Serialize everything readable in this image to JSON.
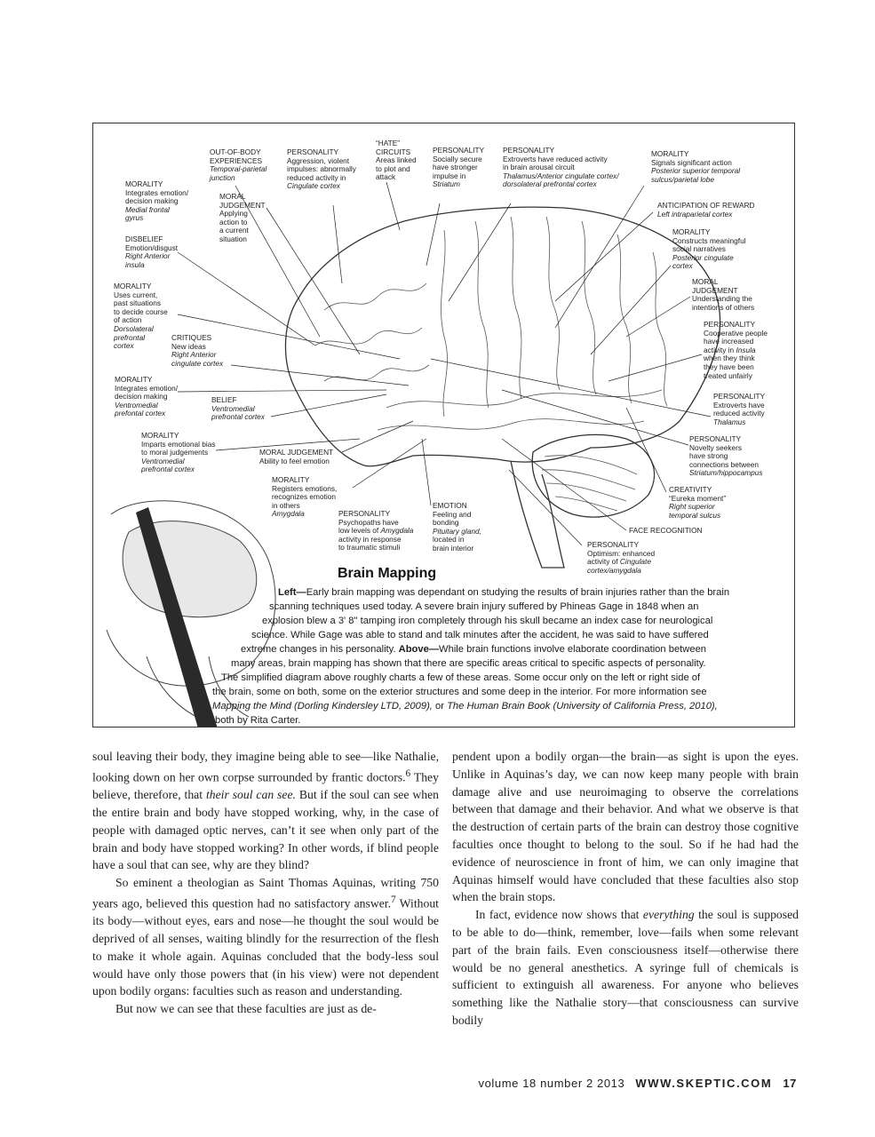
{
  "figure": {
    "labels": [
      {
        "id": "l1",
        "lines": [
          "OUT-OF-BODY",
          "EXPERIENCES"
        ],
        "italic": [
          "Temporal-parietal",
          "junction"
        ]
      },
      {
        "id": "l2",
        "lines": [
          "PERSONALITY",
          "Aggression, violent",
          "impulses: abnormally",
          "reduced activity in"
        ],
        "italic": [
          "Cingulate cortex"
        ]
      },
      {
        "id": "l3",
        "lines": [
          "“HATE”",
          "CIRCUITS",
          "Areas linked",
          "to plot and",
          "attack"
        ],
        "italic": []
      },
      {
        "id": "l4",
        "lines": [
          "PERSONALITY",
          "Socially secure",
          "have stronger",
          "impulse in"
        ],
        "italic": [
          "Striatum"
        ]
      },
      {
        "id": "l5",
        "lines": [
          "PERSONALITY",
          "Extroverts have reduced activity",
          "in brain arousal circuit"
        ],
        "italic": [
          "Thalamus/Anterior cingulate cortex/",
          "dorsolateral prefrontal cortex"
        ]
      },
      {
        "id": "l6",
        "lines": [
          "MORALITY",
          "Signals significant action"
        ],
        "italic": [
          "Posterior superior temporal",
          "sulcus/parietal lobe"
        ]
      },
      {
        "id": "l7",
        "lines": [
          "MORALITY",
          "Integrates emotion/",
          "decision making"
        ],
        "italic": [
          "Medial frontal",
          "gyrus"
        ]
      },
      {
        "id": "l8",
        "lines": [
          "MORAL",
          "JUDGEMENT",
          "Applying",
          "action to",
          "a current",
          "situation"
        ],
        "italic": []
      },
      {
        "id": "l9",
        "lines": [
          "ANTICIPATION OF REWARD"
        ],
        "italic": [
          "Left intraparietal cortex"
        ]
      },
      {
        "id": "l10",
        "lines": [
          "DISBELIEF",
          "Emotion/disgust"
        ],
        "italic": [
          "Right Anterior",
          "insula"
        ]
      },
      {
        "id": "l11",
        "lines": [
          "MORALITY",
          "Constructs meaningful",
          "social narratives"
        ],
        "italic": [
          "Posterior cingulate",
          "cortex"
        ]
      },
      {
        "id": "l12",
        "lines": [
          "MORALITY",
          "Uses current,",
          "past situations",
          "to decide course",
          "of action"
        ],
        "italic": [
          "Dorsolateral",
          "prefrontal",
          "cortex"
        ]
      },
      {
        "id": "l13",
        "lines": [
          "MORAL",
          "JUDGEMENT",
          "Understanding the",
          "intentions of others"
        ],
        "italic": []
      },
      {
        "id": "l14",
        "lines": [
          "CRITIQUES",
          "New ideas"
        ],
        "italic": [
          "Right Anterior",
          "cingulate cortex"
        ]
      },
      {
        "id": "l15",
        "lines": [
          "PERSONALITY",
          "Cooperative people",
          "have increased"
        ],
        "italic": []
      },
      {
        "id": "l16",
        "lines": [
          "MORALITY",
          "Integrates emotion/",
          "decision making"
        ],
        "italic": [
          "Ventromedial",
          "prefontal cortex"
        ]
      },
      {
        "id": "l17",
        "lines": [
          "BELIEF"
        ],
        "italic": [
          "Ventromedial",
          "prefrontal cortex"
        ]
      },
      {
        "id": "l18",
        "lines": [
          "PERSONALITY",
          "Extroverts have",
          "reduced activity"
        ],
        "italic": [
          "Thalamus"
        ]
      },
      {
        "id": "l19",
        "lines": [
          "MORALITY",
          "Imparts emotional bias",
          "to moral judgements"
        ],
        "italic": [
          "Ventromedial",
          "prefrontal cortex"
        ]
      },
      {
        "id": "l20",
        "lines": [
          "MORAL JUDGEMENT",
          "Ability to feel emotion"
        ],
        "italic": []
      },
      {
        "id": "l21",
        "lines": [
          "PERSONALITY",
          "Novelty seekers",
          "have strong",
          "connections between"
        ],
        "italic": [
          "Striatum/hippocampus"
        ]
      },
      {
        "id": "l22",
        "lines": [
          "MORALITY",
          "Registers emotions,",
          "recognizes emotion",
          "in others"
        ],
        "italic": [
          "Amygdala"
        ]
      },
      {
        "id": "l23",
        "lines": [
          "CREATIVITY",
          "“Eureka moment”"
        ],
        "italic": [
          "Right superior",
          "temporal sulcus"
        ]
      },
      {
        "id": "l24",
        "lines": [
          "EMOTION",
          "Feeling and",
          "bonding"
        ],
        "italic": [
          "Pituitary gland,"
        ]
      },
      {
        "id": "l25",
        "lines": [
          "FACE RECOGNITION"
        ],
        "italic": []
      },
      {
        "id": "l26",
        "lines": [
          "PERSONALITY",
          "Optimism: enhanced"
        ],
        "italic": []
      }
    ],
    "extra": {
      "insula_a": "activity in ",
      "insula_b": "Insula",
      "insula_c": "when they think",
      "insula_d": "they have been",
      "insula_e": "treated unfairly",
      "psy_1": "PERSONALITY",
      "psy_2": "Psychopaths have",
      "psy_3a": "low levels of ",
      "psy_3b": "Amygdala",
      "psy_4": "activity in response",
      "psy_5": "to traumatic stimuli",
      "emo_1": "located in",
      "emo_2": "brain interior",
      "opt_1a": "activity of ",
      "opt_1b": "Cingulate",
      "opt_2": "cortex/amygdala"
    },
    "caption_title": "Brain Mapping",
    "caption_left_label": "Left—",
    "caption_l1": "Early brain mapping was dependant on studying the results of brain injuries rather than the brain",
    "caption_l2": "scanning techniques used today. A severe brain injury suffered by Phineas Gage in 1848 when an",
    "caption_l3": "explosion blew a 3' 8\" tamping iron completely through his skull became an index case for neurological",
    "caption_l4": "science. While Gage was able to stand and talk minutes after the accident, he was said to have suffered",
    "caption_l5a": "extreme changes in his personality. ",
    "caption_above_label": "Above—",
    "caption_l5b": "While brain functions involve elaborate coordination between",
    "caption_l6": "many areas, brain mapping has shown that there are specific areas critical to specific aspects of personality.",
    "caption_l7": "The simplified diagram above roughly charts a few of these areas. Some occur only on the left or right side of",
    "caption_l8": "the brain, some on both, some on the exterior structures and some deep in the interior. For more information see",
    "caption_l9a": "Mapping the Mind (Dorling Kindersley LTD, 2009),",
    "caption_l9b": " or ",
    "caption_l9c": "The Human Brain Book (University of California Press, 2010),",
    "caption_l10": "both by Rita Carter."
  },
  "body": {
    "left_p1a": "soul leaving their body, they imagine being able to see—like Nathalie, looking down on her own corpse surrounded by frantic doctors.",
    "left_p1_sup": "6",
    "left_p1b": " They believe, therefore, that ",
    "left_p1_it": "their soul can see.",
    "left_p1c": " But if the soul can see when the entire brain and body have stopped working, why, in the case of people with damaged optic nerves, can’t it see when only part of the brain and body have stopped working? In other words, if blind people have a soul that can see, why are they blind?",
    "left_p2a": "So eminent a theologian as Saint Thomas Aquinas, writing 750 years ago, believed this question had no satisfactory answer.",
    "left_p2_sup": "7",
    "left_p2b": " Without its body—without eyes, ears and nose—he thought the soul would be deprived of all senses, waiting blindly for the resurrection of the flesh to make it whole again. Aquinas concluded that the body-less soul would have only those powers that (in his view) were not dependent upon bodily organs: faculties such as reason and understanding.",
    "left_p3": "But now we can see that these faculties are just as de-",
    "right_p1": "pendent upon a bodily organ—the brain—as sight is upon the eyes. Unlike in Aquinas’s day, we can now keep many people with brain damage alive and use neuroimaging to observe the correlations between that damage and their behavior. And what we observe is that the destruction of certain parts of the brain can destroy those cognitive faculties once thought to belong to the soul. So if he had had the evidence of neuroscience in front of him, we can only imagine that Aquinas himself would have concluded that these faculties also stop when the brain stops.",
    "right_p2a": "In fact, evidence now shows that ",
    "right_p2_it": "everything",
    "right_p2b": " the soul is supposed to be able to do—think, remember, love—fails when some relevant part of the brain fails. Even consciousness itself—otherwise there would be no general anesthetics. A syringe full of chemicals is sufficient to extinguish all awareness. For anyone who believes something like the Nathalie story—that consciousness can survive bodily"
  },
  "footer": {
    "issue": "volume 18  number 2  2013",
    "url": "WWW.SKEPTIC.COM",
    "page": "17"
  }
}
